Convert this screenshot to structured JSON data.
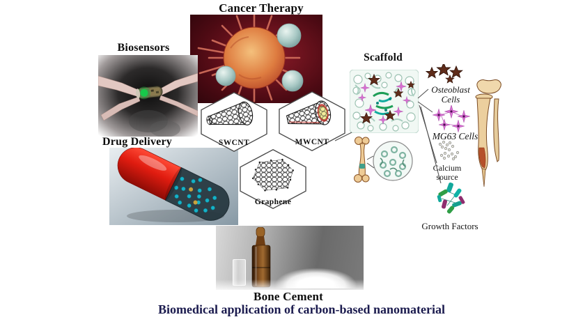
{
  "figure": {
    "caption": "Biomedical application of carbon-based nanomaterial",
    "caption_color": "#1b1b4e"
  },
  "sections": {
    "cancer_therapy": {
      "title": "Cancer Therapy"
    },
    "biosensors": {
      "title": "Biosensors"
    },
    "drug_delivery": {
      "title": "Drug Delivery"
    },
    "scaffold": {
      "title": "Scaffold"
    },
    "bone_cement": {
      "title": "Bone Cement"
    }
  },
  "nanomaterials": [
    {
      "label": "SWCNT"
    },
    {
      "label": "MWCNT"
    },
    {
      "label": "Graphene"
    }
  ],
  "scaffold_annotations": {
    "osteoblast_line1": "Osteoblast",
    "osteoblast_line2": "Cells",
    "mg63": "MG63 Cells",
    "calcium_line1": "Calcium",
    "calcium_line2": "source",
    "growth_factors": "Growth Factors"
  },
  "illustrations": {
    "cancer-cell-image": "spiky tumor cell with teal nanoparticles on dark red",
    "biosensor-image": "tweezers holding chip with green indicator",
    "drug-capsule-image": "red capsule with transparent half full of teal nanostructures",
    "scaffold-image": "porous teal scaffold seeded with cells",
    "bone-cement-image": "brown ampoule, glass vial and white cement powder",
    "bone-icon": "long bone illustration",
    "magnifier-circle-icon": "zoom circle of scaffold material"
  },
  "colors": {
    "caption_text": "#1b1b4e",
    "section_text": "#0d0d0d",
    "mwcnt_ring": "#c23028",
    "mwcnt_core": "#f2ec9a",
    "nanoparticle_teal": "#15b2c8",
    "mg63_pink": "#d66fd0",
    "osteoblast_brown": "#5f2c1a"
  }
}
